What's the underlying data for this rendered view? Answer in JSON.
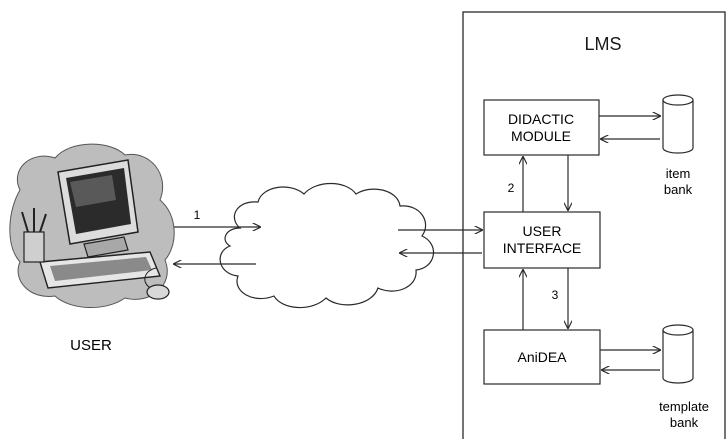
{
  "system": {
    "title": "LMS"
  },
  "modules": {
    "didactic": {
      "line1": "DIDACTIC",
      "line2": "MODULE"
    },
    "user_interface": {
      "line1": "USER",
      "line2": "INTERFACE"
    },
    "anidea": {
      "label": "AniDEA"
    }
  },
  "databases": {
    "item_bank": {
      "line1": "item",
      "line2": "bank"
    },
    "template_bank": {
      "line1": "template",
      "line2": "bank"
    }
  },
  "actor": {
    "label": "USER"
  },
  "flows": {
    "one": "1",
    "two": "2",
    "three": "3"
  },
  "colors": {
    "line": "#2a2a2a",
    "cloud_fill": "#ffffff",
    "monitor_shade": "#6e6e6e"
  }
}
